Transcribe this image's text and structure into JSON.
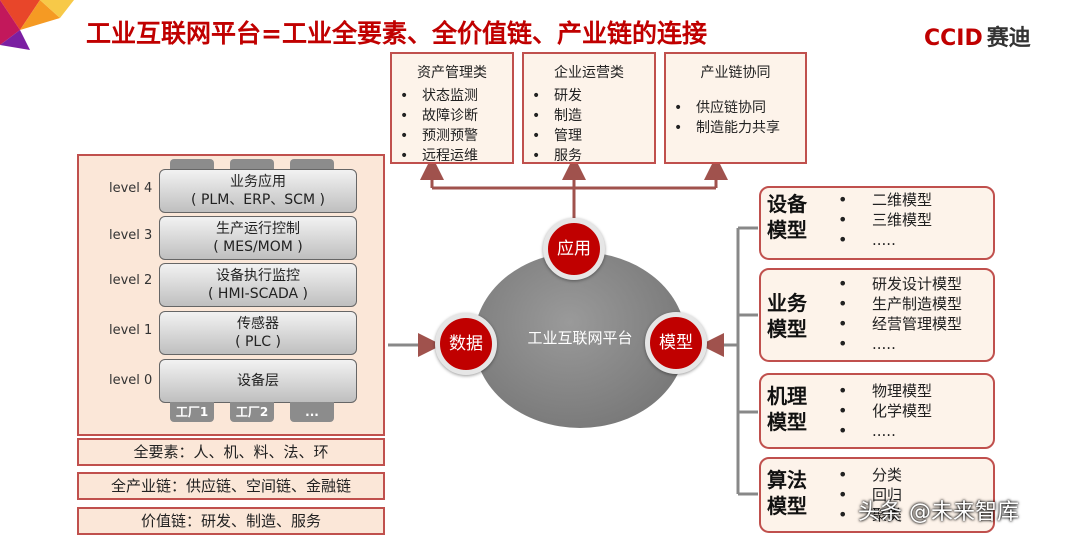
{
  "title": "工业互联网平台=工业全要素、全价值链、产业链的连接",
  "logo": {
    "brand": "CCID",
    "cn": "赛迪"
  },
  "colors": {
    "accent": "#c00000",
    "border": "#c0504d",
    "panel": "#fbe7d8"
  },
  "top_boxes": [
    {
      "title": "资产管理类",
      "items": [
        "状态监测",
        "故障诊断",
        "预测预警",
        "远程运维"
      ]
    },
    {
      "title": "企业运营类",
      "items": [
        "研发",
        "制造",
        "管理",
        "服务"
      ]
    },
    {
      "title": "产业链协同",
      "items": [
        "供应链协同",
        "制造能力共享"
      ]
    }
  ],
  "levels": [
    {
      "level": "level 4",
      "line1": "业务应用",
      "line2": "( PLM、ERP、SCM )"
    },
    {
      "level": "level 3",
      "line1": "生产运行控制",
      "line2": "( MES/MOM )"
    },
    {
      "level": "level 2",
      "line1": "设备执行监控",
      "line2": "( HMI-SCADA )"
    },
    {
      "level": "level 1",
      "line1": "传感器",
      "line2": "( PLC )"
    },
    {
      "level": "level 0",
      "line1": "设备层",
      "line2": ""
    }
  ],
  "factories": [
    "工厂1",
    "工厂2",
    "..."
  ],
  "bars": [
    "全要素：人、机、料、法、环",
    "全产业链：供应链、空间链、金融链",
    "价值链：研发、制造、服务"
  ],
  "platform": {
    "label": "工业互联网平台",
    "app": "应用",
    "data": "数据",
    "model": "模型"
  },
  "models": [
    {
      "name": "设备模型",
      "items": [
        "二维模型",
        "三维模型",
        "....."
      ]
    },
    {
      "name": "业务模型",
      "items": [
        "研发设计模型",
        "生产制造模型",
        "经营管理模型",
        "....."
      ]
    },
    {
      "name": "机理模型",
      "items": [
        "物理模型",
        "化学模型",
        "....."
      ]
    },
    {
      "name": "算法模型",
      "items": [
        "分类",
        "回归",
        "聚类"
      ]
    }
  ],
  "watermark": "头条 @未来智库"
}
